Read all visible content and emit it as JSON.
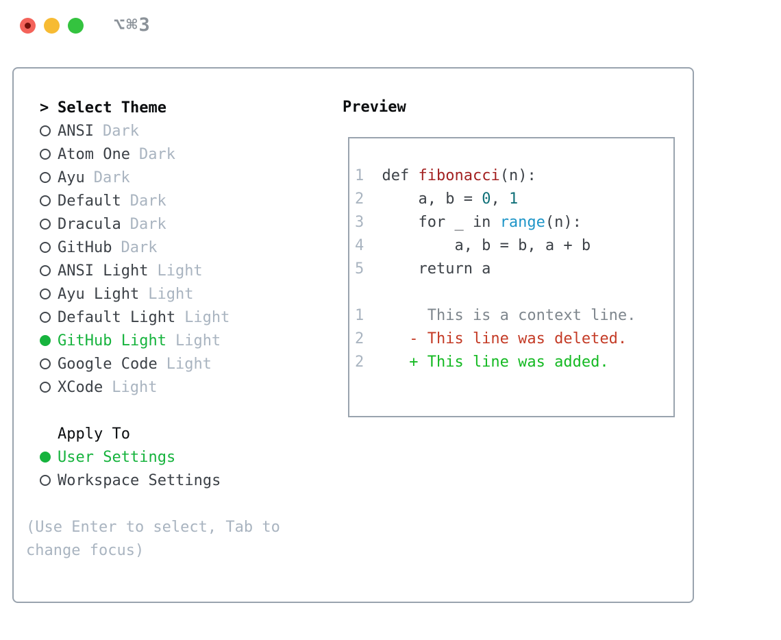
{
  "colors": {
    "border": "#99a3ae",
    "heading": "#0b0d0f",
    "text": "#3c4147",
    "muted": "#a9b4c0",
    "accent": "#16b33d",
    "added": "#14b922",
    "deleted": "#c43b26",
    "function": "#a32121",
    "number": "#0f7078",
    "builtin": "#1e95c8",
    "context": "#7e868d",
    "light-red": "#f4635a",
    "light-red-dot": "#75110a",
    "light-yellow": "#f7bb33",
    "light-green": "#34c33f",
    "hotkey": "#8b9299"
  },
  "titlebar": {
    "hotkey": "⌥⌘3"
  },
  "icons": {
    "radio_unselected": "○",
    "radio_selected": "●",
    "focus_caret": ">"
  },
  "theme_panel": {
    "header": {
      "prefix": ">",
      "title": "Select Theme"
    },
    "themes": [
      {
        "name": "ANSI",
        "tag": "Dark",
        "selected": false
      },
      {
        "name": "Atom One",
        "tag": "Dark",
        "selected": false
      },
      {
        "name": "Ayu",
        "tag": "Dark",
        "selected": false
      },
      {
        "name": "Default",
        "tag": "Dark",
        "selected": false
      },
      {
        "name": "Dracula",
        "tag": "Dark",
        "selected": false
      },
      {
        "name": "GitHub",
        "tag": "Dark",
        "selected": false
      },
      {
        "name": "ANSI Light",
        "tag": "Light",
        "selected": false
      },
      {
        "name": "Ayu Light",
        "tag": "Light",
        "selected": false
      },
      {
        "name": "Default Light",
        "tag": "Light",
        "selected": false
      },
      {
        "name": "GitHub Light",
        "tag": "Light",
        "selected": true
      },
      {
        "name": "Google Code",
        "tag": "Light",
        "selected": false
      },
      {
        "name": "XCode",
        "tag": "Light",
        "selected": false
      }
    ],
    "apply_to": {
      "title": "Apply To",
      "options": [
        {
          "name": "User Settings",
          "selected": true
        },
        {
          "name": "Workspace Settings",
          "selected": false
        }
      ]
    },
    "hint_lines": [
      "(Use Enter to select, Tab to",
      "change focus)"
    ]
  },
  "preview": {
    "title": "Preview",
    "lines": [
      {
        "num": "1",
        "segments": [
          {
            "text": "  def ",
            "style": "code"
          },
          {
            "text": "fibonacci",
            "style": "function"
          },
          {
            "text": "(n):",
            "style": "code"
          }
        ]
      },
      {
        "num": "2",
        "segments": [
          {
            "text": "      a, b = ",
            "style": "code"
          },
          {
            "text": "0",
            "style": "number"
          },
          {
            "text": ", ",
            "style": "code"
          },
          {
            "text": "1",
            "style": "number"
          }
        ]
      },
      {
        "num": "3",
        "segments": [
          {
            "text": "      for _ in ",
            "style": "code"
          },
          {
            "text": "range",
            "style": "builtin"
          },
          {
            "text": "(n):",
            "style": "code"
          }
        ]
      },
      {
        "num": "4",
        "segments": [
          {
            "text": "          a, b = b, a + b",
            "style": "code"
          }
        ]
      },
      {
        "num": "5",
        "segments": [
          {
            "text": "      return a",
            "style": "code"
          }
        ]
      },
      {
        "num": "",
        "segments": []
      },
      {
        "num": "1",
        "segments": [
          {
            "text": "       This is a context line.",
            "style": "context"
          }
        ]
      },
      {
        "num": "2",
        "segments": [
          {
            "text": "     - This line was deleted.",
            "style": "deleted"
          }
        ]
      },
      {
        "num": "2",
        "segments": [
          {
            "text": "     + This line was added.",
            "style": "added"
          }
        ]
      }
    ]
  }
}
